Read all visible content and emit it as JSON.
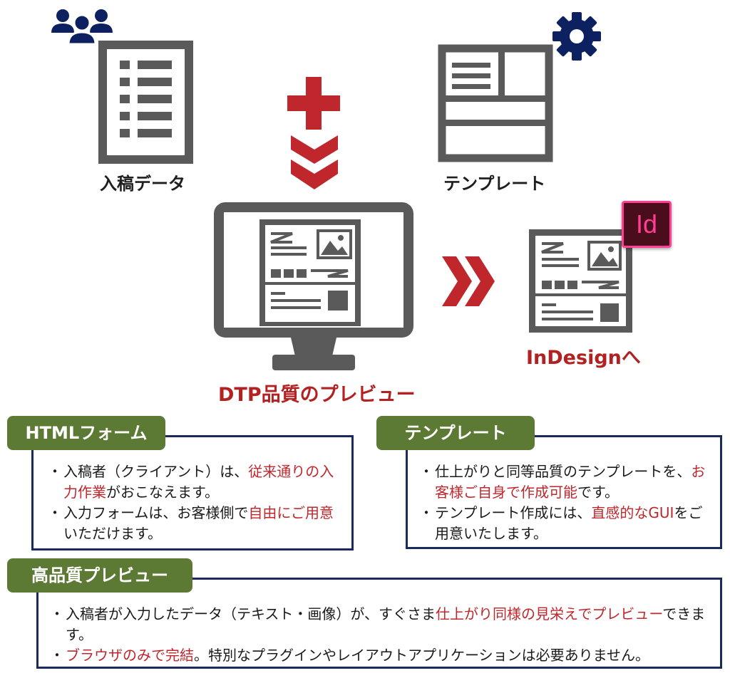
{
  "top": {
    "input_label": "入稿データ",
    "template_label": "テンプレート",
    "preview_label": "DTP品質のプレビュー",
    "indesign_label": "InDesignへ",
    "indesign_badge": "Id"
  },
  "sections": {
    "html_form": {
      "title": "HTMLフォーム",
      "b1_a": "入稿者（クライアント）は、",
      "b1_red": "従来通りの入力作業",
      "b1_b": "がおこなえます。",
      "b2_a": "入力フォームは、お客様側で",
      "b2_red": "自由にご用意",
      "b2_b": "いただけます。"
    },
    "template": {
      "title": "テンプレート",
      "b1_a": "仕上がりと同等品質のテンプレートを、",
      "b1_red": "お客様ご自身で作成可能",
      "b1_b": "です。",
      "b2_a": "テンプレート作成には、",
      "b2_red": "直感的なGUI",
      "b2_b": "をご用意いたします。"
    },
    "preview": {
      "title": "高品質プレビュー",
      "b1_a": "入稿者が入力したデータ（テキスト・画像）が、すぐさま",
      "b1_red": "仕上がり同様の見栄えでプレビュー",
      "b1_b": "できます。",
      "b2_red": "ブラウザのみで完結",
      "b2_b": "。特別なプラグインやレイアウトアプリケーションは必要ありません。"
    }
  },
  "colors": {
    "icon_gray": "#5a5a5a",
    "navy": "#0d2160",
    "red": "#c0272d",
    "green": "#5d7a35",
    "indesign_bg": "#4a0d1c",
    "indesign_fg": "#ff3f94"
  }
}
